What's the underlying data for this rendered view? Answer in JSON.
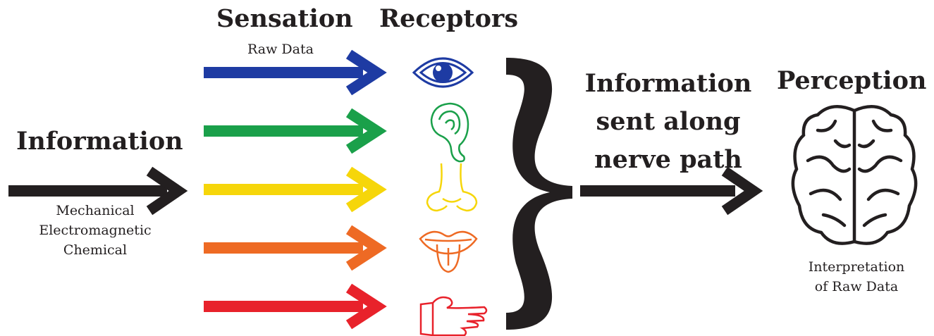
{
  "headings": {
    "sensation": "Sensation",
    "receptors": "Receptors",
    "information": "Information",
    "perception": "Perception",
    "nerve_path": [
      "Information",
      "sent along",
      "nerve path"
    ]
  },
  "captions": {
    "raw_data": "Raw Data",
    "information_types": [
      "Mechanical",
      "Electromagnetic",
      "Chemical"
    ],
    "interpretation": [
      "Interpretation",
      "of Raw Data"
    ]
  },
  "sense_channels": [
    {
      "sense": "sight",
      "icon": "eye-icon",
      "color": "#1e3ba3"
    },
    {
      "sense": "hearing",
      "icon": "ear-icon",
      "color": "#1aa04a"
    },
    {
      "sense": "smell",
      "icon": "nose-icon",
      "color": "#f6d60a"
    },
    {
      "sense": "taste",
      "icon": "mouth-icon",
      "color": "#ee6a24"
    },
    {
      "sense": "touch",
      "icon": "hand-icon",
      "color": "#e8222b"
    }
  ],
  "colors": {
    "ink": "#231f20",
    "background": "#ffffff"
  }
}
